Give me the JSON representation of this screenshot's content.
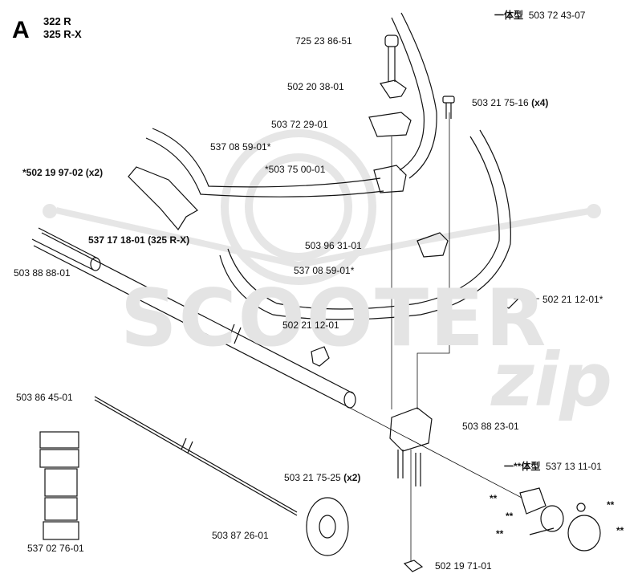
{
  "section_letter": "A",
  "models": [
    "322 R",
    "325 R-X"
  ],
  "watermark": {
    "brand": "SCOOTER",
    "suffix": "zip"
  },
  "parts": {
    "integrated_top": {
      "prefix": "一体型",
      "number": "503 72 43-07"
    },
    "integrated_bottom": {
      "prefix": "一**体型",
      "number": "537 13 11-01"
    },
    "bolt_top": "725 23 86-51",
    "wing_nut": "502 20 38-01",
    "clamp_lower": "503 72 29-01",
    "screw_x4": {
      "number": "503 21 75-16",
      "qty": "(x4)"
    },
    "handle_left_upper": "537 08 59-01*",
    "clamp_assy": "*503 75 00-01",
    "grip_x2": {
      "number": "*502 19 97-02",
      "qty": "(x2)"
    },
    "tube_325": "537 17 18-01 (325 R-X)",
    "bracket": "503 96 31-01",
    "shaft_tube": "503 88 88-01",
    "handle_left_lower": "537 08 59-01*",
    "stop_right": "502 21 12-01*",
    "stop_mid": "502 21 12-01",
    "drive_shaft": "503 86 45-01",
    "holder": "503 88 23-01",
    "screw_x2": {
      "number": "503 21 75-25",
      "qty": "(x2)"
    },
    "guard_disc": "503 87 26-01",
    "decal": "537 02 76-01",
    "nut_bottom": "502 19 71-01",
    "double_star": "**"
  }
}
